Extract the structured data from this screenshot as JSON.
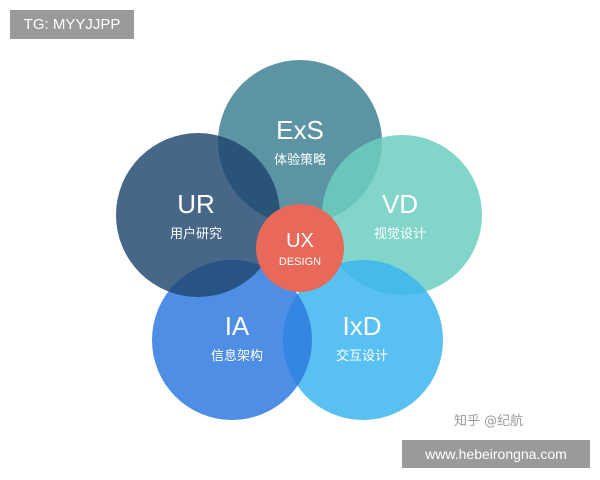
{
  "tag_label": "TG: MYYJJPP",
  "watermark_url": "www.hebeirongna.com",
  "zhihu_credit": "知乎 @纪航",
  "center": {
    "title": "UX",
    "subtitle": "DESIGN",
    "color": "#e8685a"
  },
  "petals": [
    {
      "key": "exs",
      "title": "ExS",
      "subtitle": "体验策略",
      "color": "#4a8899"
    },
    {
      "key": "ur",
      "title": "UR",
      "subtitle": "用户研究",
      "color": "#1e456f"
    },
    {
      "key": "vd",
      "title": "VD",
      "subtitle": "视觉设计",
      "color": "#6ccec0"
    },
    {
      "key": "ia",
      "title": "IA",
      "subtitle": "信息架构",
      "color": "#2f7ae0"
    },
    {
      "key": "ixd",
      "title": "IxD",
      "subtitle": "交互设计",
      "color": "#3cb6ee"
    }
  ]
}
